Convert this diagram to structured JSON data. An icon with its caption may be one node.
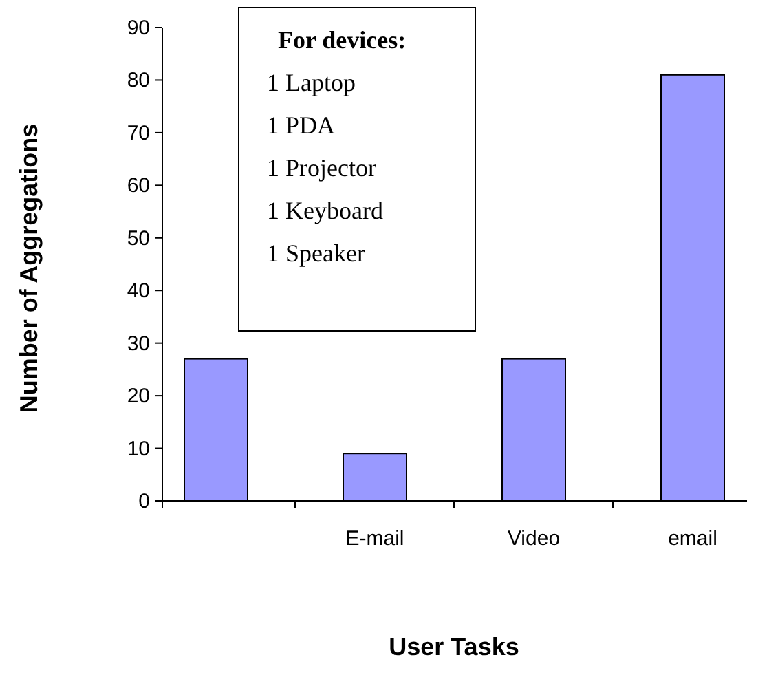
{
  "diagram": {
    "nodes": [
      {
        "text": [
          "For devices:",
          "1 Laptop",
          "1 PDA",
          "1 Projector",
          "1 Keyboard",
          "1 Speaker"
        ]
      }
    ],
    "chart_data": {
      "type": "bar",
      "xlabel": "User Tasks",
      "ylabel": "Number of Aggregations",
      "categories": [
        null,
        "E-mail",
        "Video",
        "email"
      ],
      "series": [
        {
          "color": "#9999ff",
          "values": [
            27,
            9,
            27,
            81
          ]
        }
      ],
      "ylim": [
        0,
        90
      ],
      "yticks": [
        0,
        10,
        20,
        30,
        40,
        50,
        60,
        70,
        80,
        90
      ]
    }
  }
}
